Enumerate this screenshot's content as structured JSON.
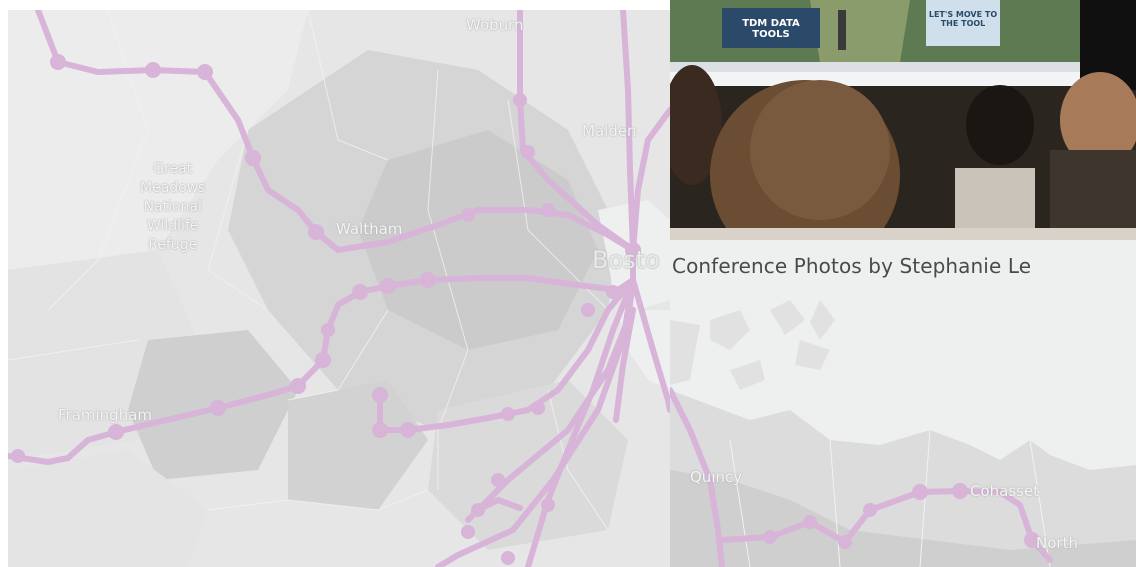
{
  "map": {
    "labels": {
      "woburn": "Woburn",
      "malden": "Malden",
      "waltham": "Waltham",
      "boston": "Bosto",
      "framingham": "Framingham",
      "quincy": "Quincy",
      "cohasset": "Cohasset",
      "north_scituate": "North",
      "refuge": [
        "Great",
        "Meadows",
        "National",
        "Wildlife",
        "Refuge"
      ]
    },
    "colors": {
      "rail_line": "#d7b4d8",
      "land_light": "#e9e9e9",
      "land_mid": "#d9d9d9",
      "land_dark": "#c8c8c8",
      "water": "#eef0f0"
    }
  },
  "photo": {
    "slide_left_text": "TDM DATA TOOLS",
    "slide_right_text": "LET'S MOVE TO THE TOOL"
  },
  "caption": {
    "text": "Conference Photos by Stephanie Le"
  }
}
